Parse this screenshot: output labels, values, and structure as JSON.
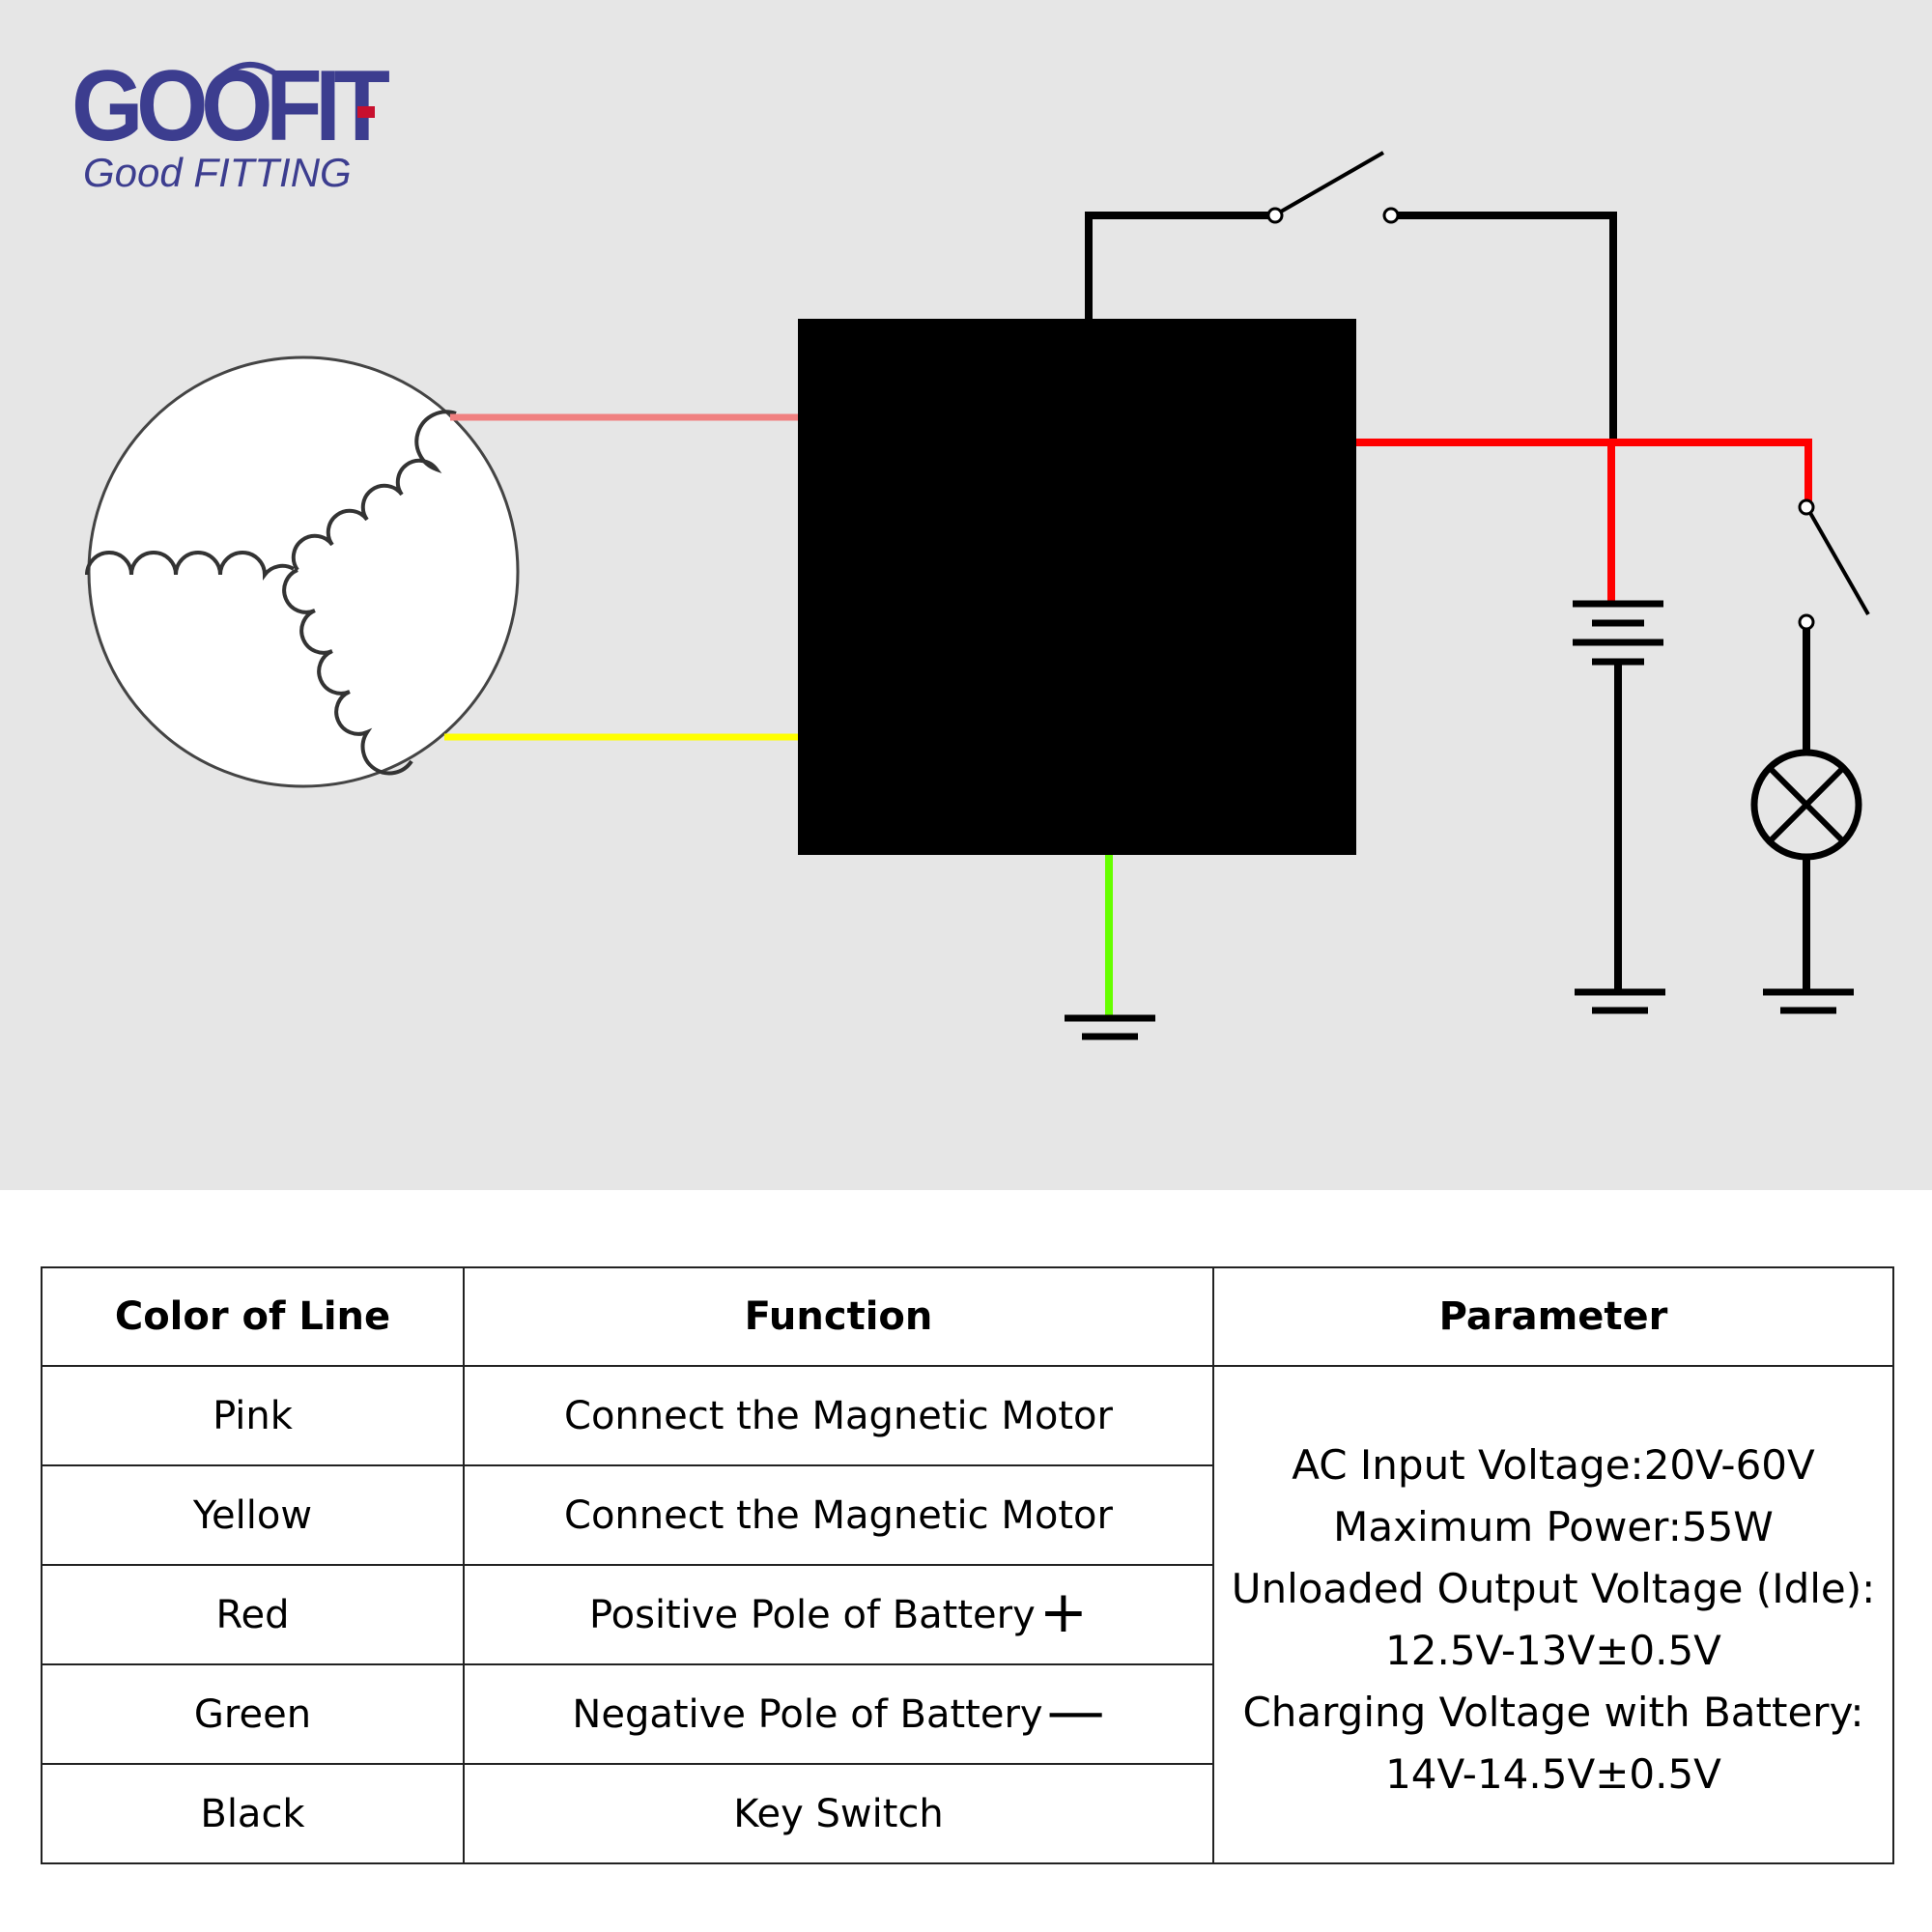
{
  "logo": {
    "brand": "GOOFIT",
    "tagline": "Good FITTING",
    "colors": {
      "brand": "#3c3d8f",
      "accent": "#c8102e"
    }
  },
  "diagram": {
    "background": "#e6e6e6",
    "wire_colors": {
      "pink": "#f08080",
      "yellow": "#ffff00",
      "red": "#ff0000",
      "green": "#66ff00",
      "black": "#000000"
    },
    "icons": [
      "generator-coil-icon",
      "regulator-box-icon",
      "key-switch-icon",
      "battery-icon",
      "switch-icon",
      "lamp-icon",
      "ground-icon"
    ]
  },
  "table": {
    "headers": [
      "Color of Line",
      "Function",
      "Parameter"
    ],
    "rows": [
      {
        "color": "Pink",
        "function": "Connect the Magnetic Motor",
        "symbol": ""
      },
      {
        "color": "Yellow",
        "function": "Connect the Magnetic Motor",
        "symbol": ""
      },
      {
        "color": "Red",
        "function": "Positive Pole of Battery",
        "symbol": "+"
      },
      {
        "color": "Green",
        "function": "Negative Pole of Battery",
        "symbol": "—"
      },
      {
        "color": "Black",
        "function": "Key Switch",
        "symbol": ""
      }
    ],
    "parameters": [
      "AC Input Voltage:20V-60V",
      "Maximum Power:55W",
      "Unloaded Output Voltage (Idle):",
      "12.5V-13V±0.5V",
      "Charging Voltage with Battery:",
      "14V-14.5V±0.5V"
    ]
  }
}
